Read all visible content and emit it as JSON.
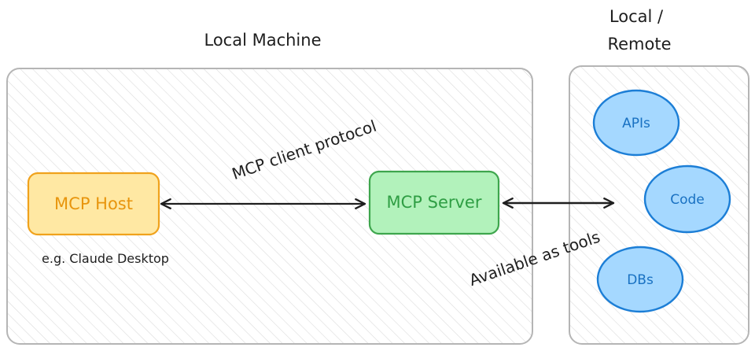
{
  "labels": {
    "local_machine": "Local Machine",
    "local_remote_line1": "Local /",
    "local_remote_line2": "Remote",
    "protocol": "MCP client protocol",
    "host_example": "e.g. Claude Desktop",
    "tools": "Available as tools"
  },
  "nodes": {
    "host": "MCP Host",
    "server": "MCP Server",
    "apis": "APIs",
    "code": "Code",
    "dbs": "DBs"
  },
  "colors": {
    "frame_stroke": "#b5b5b5",
    "hatch": "#dcdcdc",
    "host_fill": "#ffe8a3",
    "host_stroke": "#f0a21c",
    "host_text": "#e8950d",
    "server_fill": "#b2f2bb",
    "server_stroke": "#3ea64d",
    "server_text": "#2f9e44",
    "circle_fill": "#a5d8ff",
    "circle_stroke": "#1c7ed6",
    "circle_text": "#1971c2",
    "ink": "#1e1e1e"
  }
}
